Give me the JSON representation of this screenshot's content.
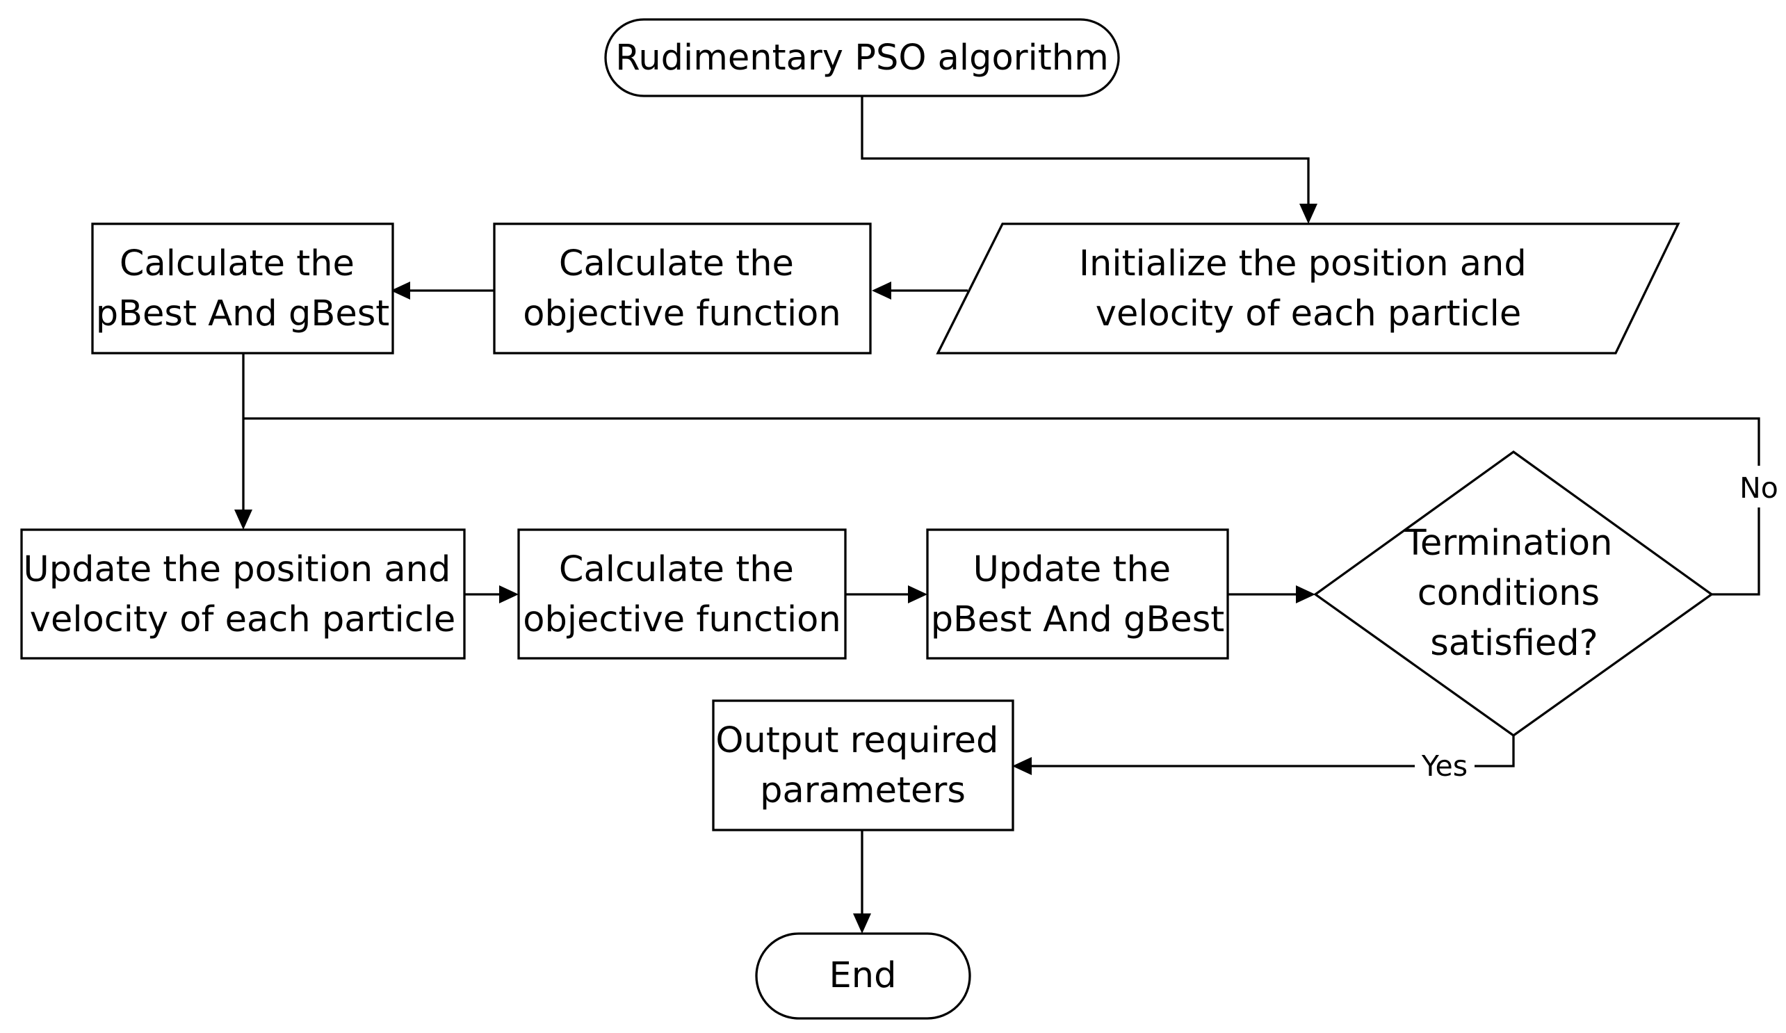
{
  "nodes": {
    "start": {
      "lines": [
        "Rudimentary PSO algorithm"
      ]
    },
    "init": {
      "lines": [
        "Initialize the position and",
        "velocity of each particle"
      ]
    },
    "objective_1": {
      "lines": [
        "Calculate the",
        "objective function"
      ]
    },
    "best_1": {
      "lines": [
        "Calculate the",
        "pBest And gBest"
      ]
    },
    "update_position": {
      "lines": [
        "Update the position and",
        "velocity of each particle"
      ]
    },
    "objective_2": {
      "lines": [
        "Calculate the",
        "objective function"
      ]
    },
    "best_2": {
      "lines": [
        "Update the",
        "pBest And gBest"
      ]
    },
    "termination": {
      "lines": [
        "Termination",
        "conditions",
        "satisfied?"
      ]
    },
    "output": {
      "lines": [
        "Output required",
        "parameters"
      ]
    },
    "end": {
      "lines": [
        "End"
      ]
    }
  },
  "edges": {
    "no_label": "No",
    "yes_label": "Yes"
  }
}
